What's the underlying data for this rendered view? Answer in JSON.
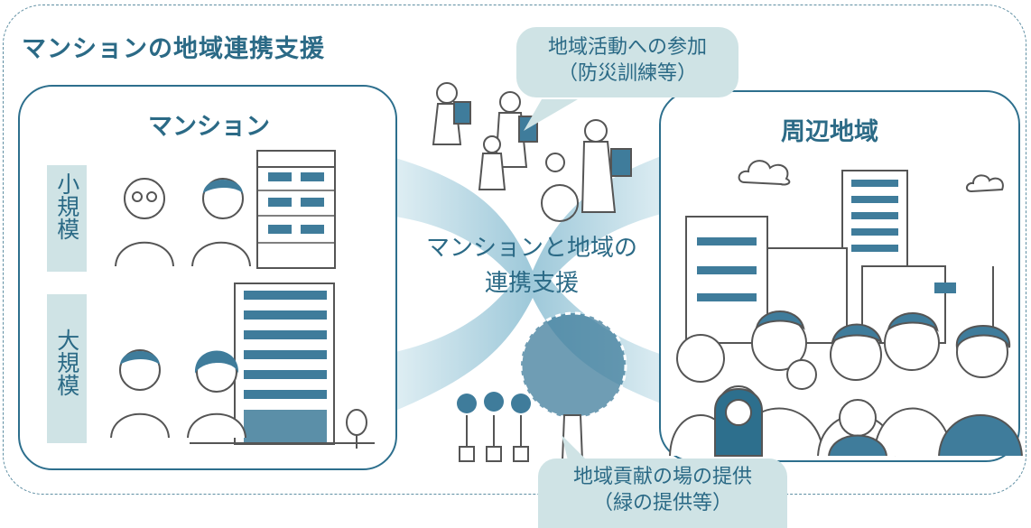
{
  "title": "マンションの地域連携支援",
  "left_panel": {
    "title": "マンション",
    "rows": [
      {
        "label": "小規模"
      },
      {
        "label": "大規模"
      }
    ]
  },
  "right_panel": {
    "title": "周辺地域"
  },
  "center": {
    "line1": "マンションと地域の",
    "line2": "連携支援"
  },
  "bubble_top": {
    "line1": "地域活動への参加",
    "line2": "（防災訓練等）"
  },
  "bubble_bottom": {
    "line1": "地域貢献の場の提供",
    "line2": "（緑の提供等）"
  },
  "colors": {
    "primary": "#2b6a86",
    "bubble_bg": "#cfe3e5",
    "accent": "#3f7c9b"
  }
}
